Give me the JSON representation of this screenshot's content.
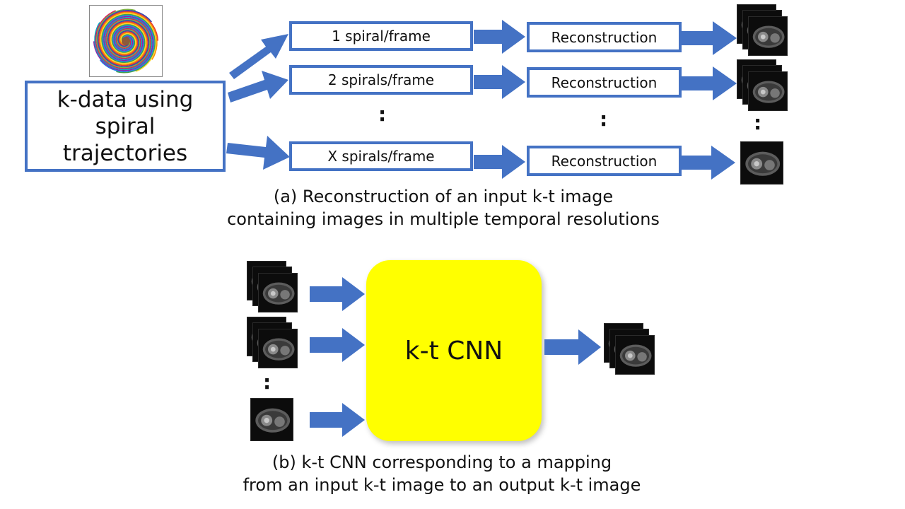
{
  "kdata": {
    "lines": [
      "k-data using",
      "spiral",
      "trajectories"
    ]
  },
  "rows": [
    {
      "spirals": "1 spiral/frame",
      "recon": "Reconstruction"
    },
    {
      "spirals": "2 spirals/frame",
      "recon": "Reconstruction"
    },
    {
      "spirals": "X spirals/frame",
      "recon": "Reconstruction"
    }
  ],
  "ellipsis": ":",
  "caption_a": [
    "(a) Reconstruction of an input k-t image",
    "containing images in multiple temporal resolutions"
  ],
  "cnn": {
    "label": "k-t CNN"
  },
  "caption_b": [
    "(b) k-t CNN corresponding to a mapping",
    "from an input k-t image to an output k-t image"
  ],
  "colors": {
    "box_border": "#4472c4",
    "arrow_fill": "#4472c4",
    "cnn_fill": "#ffff00"
  },
  "icons": {
    "spiral": "spiral-trajectory-icon",
    "mri": "cardiac-mri-image-icon"
  }
}
